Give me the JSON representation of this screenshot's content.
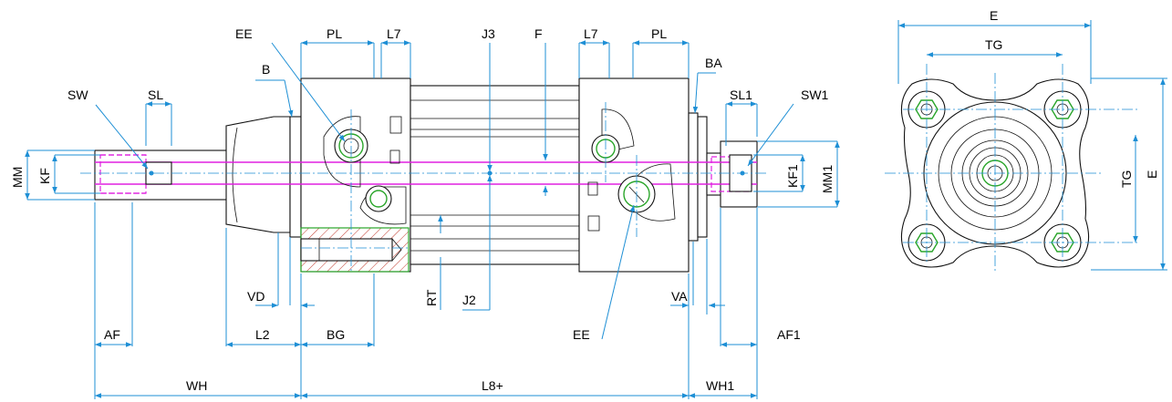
{
  "labels": {
    "EE_top": "EE",
    "PL_left": "PL",
    "L7_left": "L7",
    "J3": "J3",
    "F": "F",
    "L7_right": "L7",
    "PL_right": "PL",
    "B": "B",
    "BA": "BA",
    "SW": "SW",
    "SL": "SL",
    "SL1": "SL1",
    "SW1": "SW1",
    "MM": "MM",
    "KF": "KF",
    "KF1": "KF1",
    "MM1": "MM1",
    "VD": "VD",
    "RT": "RT",
    "J2": "J2",
    "VA": "VA",
    "EE_bottom": "EE",
    "AF": "AF",
    "L2": "L2",
    "BG": "BG",
    "AF1": "AF1",
    "WH": "WH",
    "L8": "L8+",
    "WH1": "WH1",
    "E_top": "E",
    "TG_top": "TG",
    "TG_side": "TG",
    "E_side": "E"
  },
  "colors": {
    "dimension": "#1e8fd5",
    "piston_rod": "#e020e0",
    "port_thread": "#2aa52a",
    "section_hatch": "#c0392b",
    "outline": "#111111"
  }
}
